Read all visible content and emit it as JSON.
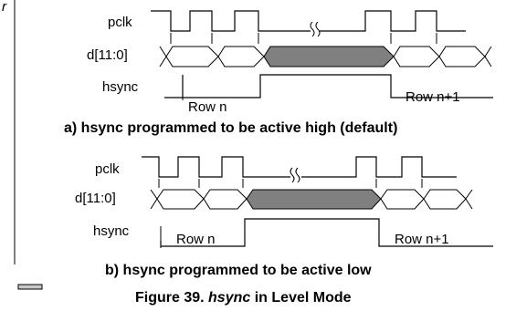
{
  "top_corner_mark": "r",
  "panel_a": {
    "signal_pclk": "pclk",
    "signal_data": "d[11:0]",
    "signal_hsync": "hsync",
    "row_label_1": "Row n",
    "row_label_2": "Row n+1",
    "caption": "a) hsync programmed to be active high (default)"
  },
  "panel_b": {
    "signal_pclk": "pclk",
    "signal_data": "d[11:0]",
    "signal_hsync": "hsync",
    "row_label_1": "Row n",
    "row_label_2": "Row n+1",
    "caption": "b) hsync programmed to be active low"
  },
  "figure_caption": {
    "prefix": "Figure 39. ",
    "signal": "hsync",
    "suffix": " in Level Mode"
  },
  "colors": {
    "bus_fill": "#808080",
    "line": "#000000",
    "background": "#ffffff"
  }
}
